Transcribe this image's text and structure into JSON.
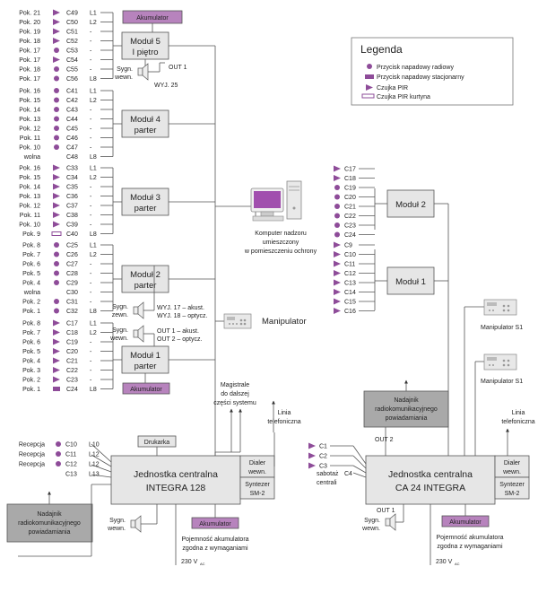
{
  "colors": {
    "accent": "#8e4c99",
    "akumulator": "#b783bd",
    "box": "#e6e6e6",
    "box_dark": "#a9a9a9"
  },
  "legend": {
    "title": "Legenda",
    "items": [
      {
        "icon": "radio-button-icon",
        "label": "Przycisk napadowy radiowy"
      },
      {
        "icon": "fixed-button-icon",
        "label": "Przycisk napadowy stacjonarny"
      },
      {
        "icon": "pir-sensor-icon",
        "label": "Czujka PIR"
      },
      {
        "icon": "pir-curtain-icon",
        "label": "Czujka PIR kurtyna"
      }
    ]
  },
  "left": {
    "akumulator_top": "Akumulator",
    "akumulator_bottom": "Akumulator",
    "modul5": {
      "line1": "Moduł 5",
      "line2": "I piętro"
    },
    "modul4": {
      "line1": "Moduł 4",
      "line2": "parter"
    },
    "modul3": {
      "line1": "Moduł 3",
      "line2": "parter"
    },
    "modul2": {
      "line1": "Moduł 2",
      "line2": "parter"
    },
    "modul1": {
      "line1": "Moduł 1",
      "line2": "parter"
    },
    "syg5": {
      "line1": "Sygn.",
      "line2": "wewn."
    },
    "out1_5": "OUT 1",
    "wyj25": "WYJ. 25",
    "syg_zewn": {
      "line1": "Sygn.",
      "line2": "zewn."
    },
    "syg_wewn2": {
      "line1": "Sygn.",
      "line2": "wewn."
    },
    "wyj17": "WYJ. 17 – akust.",
    "wyj18": "WYJ. 18 – optycz.",
    "out1a": "OUT 1 – akust.",
    "out2o": "OUT 2 – optycz.",
    "manipulator": "Manipulator",
    "magistrale": {
      "l1": "Magistrale",
      "l2": "do dalszej",
      "l3": "części systemu"
    },
    "linia": {
      "l1": "Linia",
      "l2": "telefoniczna"
    },
    "komputer": {
      "l1": "Komputer nadzoru",
      "l2": "umieszczony",
      "l3": "w pomieszczeniu ochrony"
    },
    "drukarka": "Drukarka",
    "jc": {
      "l1": "Jednostka centralna",
      "l2": "INTEGRA 128"
    },
    "dialer": {
      "l1": "Dialer",
      "l2": "wewn."
    },
    "syntezer": {
      "l1": "Syntezer",
      "l2": "SM-2"
    },
    "akumulator_c": "Akumulator",
    "pojemnosc": {
      "l1": "Pojemność akumulatora",
      "l2": "zgodna z wymaganiami"
    },
    "v230": "230 V",
    "v230_sub": "AC",
    "syg_c": {
      "l1": "Sygn.",
      "l2": "wewn."
    },
    "nadajnik": {
      "l1": "Nadajnik",
      "l2": "radiokomunikacyjnego",
      "l3": "powiadamiania"
    },
    "recepcja": [
      {
        "room": "Recepcja",
        "c": "C10",
        "l": "L10",
        "icon": "radio"
      },
      {
        "room": "Recepcja",
        "c": "C11",
        "l": "L12",
        "icon": "radio"
      },
      {
        "room": "Recepcja",
        "c": "C12",
        "l": "L12",
        "icon": "radio"
      },
      {
        "room": "",
        "c": "C13",
        "l": "L13",
        "icon": "none"
      }
    ],
    "groups": [
      [
        {
          "p": "Pok. 21",
          "i": "pir",
          "c": "C49",
          "l": "L1"
        },
        {
          "p": "Pok. 20",
          "i": "pir",
          "c": "C50",
          "l": "L2"
        },
        {
          "p": "Pok. 19",
          "i": "pir",
          "c": "C51",
          "l": "-"
        },
        {
          "p": "Pok. 18",
          "i": "pir",
          "c": "C52",
          "l": "-"
        },
        {
          "p": "Pok. 17",
          "i": "radio",
          "c": "C53",
          "l": "-"
        },
        {
          "p": "Pok. 17",
          "i": "pir",
          "c": "C54",
          "l": "-"
        },
        {
          "p": "Pok. 18",
          "i": "radio",
          "c": "C55",
          "l": "-"
        },
        {
          "p": "Pok. 17",
          "i": "radio",
          "c": "C56",
          "l": "L8"
        }
      ],
      [
        {
          "p": "Pok. 16",
          "i": "radio",
          "c": "C41",
          "l": "L1"
        },
        {
          "p": "Pok. 15",
          "i": "radio",
          "c": "C42",
          "l": "L2"
        },
        {
          "p": "Pok. 14",
          "i": "radio",
          "c": "C43",
          "l": "-"
        },
        {
          "p": "Pok. 13",
          "i": "radio",
          "c": "C44",
          "l": "-"
        },
        {
          "p": "Pok. 12",
          "i": "radio",
          "c": "C45",
          "l": "-"
        },
        {
          "p": "Pok. 11",
          "i": "radio",
          "c": "C46",
          "l": "-"
        },
        {
          "p": "Pok. 10",
          "i": "radio",
          "c": "C47",
          "l": "-"
        },
        {
          "p": "wolna",
          "i": "none",
          "c": "C48",
          "l": "L8"
        }
      ],
      [
        {
          "p": "Pok. 16",
          "i": "pir",
          "c": "C33",
          "l": "L1"
        },
        {
          "p": "Pok. 15",
          "i": "pir",
          "c": "C34",
          "l": "L2"
        },
        {
          "p": "Pok. 14",
          "i": "pir",
          "c": "C35",
          "l": "-"
        },
        {
          "p": "Pok. 13",
          "i": "pir",
          "c": "C36",
          "l": "-"
        },
        {
          "p": "Pok. 12",
          "i": "pir",
          "c": "C37",
          "l": "-"
        },
        {
          "p": "Pok. 11",
          "i": "pir",
          "c": "C38",
          "l": "-"
        },
        {
          "p": "Pok. 10",
          "i": "pir",
          "c": "C39",
          "l": "-"
        },
        {
          "p": "Pok. 9",
          "i": "curtain",
          "c": "C40",
          "l": "L8"
        }
      ],
      [
        {
          "p": "Pok. 8",
          "i": "radio",
          "c": "C25",
          "l": "L1"
        },
        {
          "p": "Pok. 7",
          "i": "radio",
          "c": "C26",
          "l": "L2"
        },
        {
          "p": "Pok. 6",
          "i": "radio",
          "c": "C27",
          "l": "-"
        },
        {
          "p": "Pok. 5",
          "i": "radio",
          "c": "C28",
          "l": "-"
        },
        {
          "p": "Pok. 4",
          "i": "radio",
          "c": "C29",
          "l": "-"
        },
        {
          "p": "wolna",
          "i": "none",
          "c": "C30",
          "l": "-"
        },
        {
          "p": "Pok. 2",
          "i": "radio",
          "c": "C31",
          "l": "-"
        },
        {
          "p": "Pok. 1",
          "i": "radio",
          "c": "C32",
          "l": "L8"
        }
      ],
      [
        {
          "p": "Pok. 8",
          "i": "pir",
          "c": "C17",
          "l": "L1"
        },
        {
          "p": "Pok. 7",
          "i": "pir",
          "c": "C18",
          "l": "L2"
        },
        {
          "p": "Pok. 6",
          "i": "pir",
          "c": "C19",
          "l": "-"
        },
        {
          "p": "Pok. 5",
          "i": "pir",
          "c": "C20",
          "l": "-"
        },
        {
          "p": "Pok. 4",
          "i": "pir",
          "c": "C21",
          "l": "-"
        },
        {
          "p": "Pok. 3",
          "i": "pir",
          "c": "C22",
          "l": "-"
        },
        {
          "p": "Pok. 2",
          "i": "pir",
          "c": "C23",
          "l": "-"
        },
        {
          "p": "Pok. 1",
          "i": "fixed",
          "c": "C24",
          "l": "L8"
        }
      ]
    ]
  },
  "right": {
    "modul2": "Moduł 2",
    "modul1": "Moduł 1",
    "m2_zones": [
      {
        "c": "C17",
        "i": "pir"
      },
      {
        "c": "C18",
        "i": "pir"
      },
      {
        "c": "C19",
        "i": "radio"
      },
      {
        "c": "C20",
        "i": "radio"
      },
      {
        "c": "C21",
        "i": "radio"
      },
      {
        "c": "C22",
        "i": "radio"
      },
      {
        "c": "C23",
        "i": "radio"
      },
      {
        "c": "C24",
        "i": "radio"
      }
    ],
    "m1_zones": [
      {
        "c": "C9",
        "i": "pir"
      },
      {
        "c": "C10",
        "i": "pir"
      },
      {
        "c": "C11",
        "i": "pir"
      },
      {
        "c": "C12",
        "i": "pir"
      },
      {
        "c": "C13",
        "i": "pir"
      },
      {
        "c": "C14",
        "i": "pir"
      },
      {
        "c": "C15",
        "i": "pir"
      },
      {
        "c": "C16",
        "i": "pir"
      }
    ],
    "manip1": "Manipulator S1",
    "manip2": "Manipulator S1",
    "nadajnik": {
      "l1": "Nadajnik",
      "l2": "radiokomunikacyjnego",
      "l3": "powiadamiania"
    },
    "out2": "OUT 2",
    "linia": {
      "l1": "Linia",
      "l2": "telefoniczna"
    },
    "c_zones": [
      {
        "c": "C1",
        "i": "pir"
      },
      {
        "c": "C2",
        "i": "pir"
      },
      {
        "c": "C3",
        "i": "pir"
      }
    ],
    "sabotaz": {
      "l1": "sabotaż",
      "l2": "centrali",
      "c": "C4"
    },
    "jc": {
      "l1": "Jednostka centralna",
      "l2": "CA 24 INTEGRA"
    },
    "dialer": {
      "l1": "Dialer",
      "l2": "wewn."
    },
    "syntezer": {
      "l1": "Syntezer",
      "l2": "SM-2"
    },
    "out1": "OUT 1",
    "syg": {
      "l1": "Sygn.",
      "l2": "wewn."
    },
    "akumulator": "Akumulator",
    "pojemnosc": {
      "l1": "Pojemność akumulatora",
      "l2": "zgodna z wymaganiami"
    },
    "v230": "230 V",
    "v230_sub": "AC"
  }
}
